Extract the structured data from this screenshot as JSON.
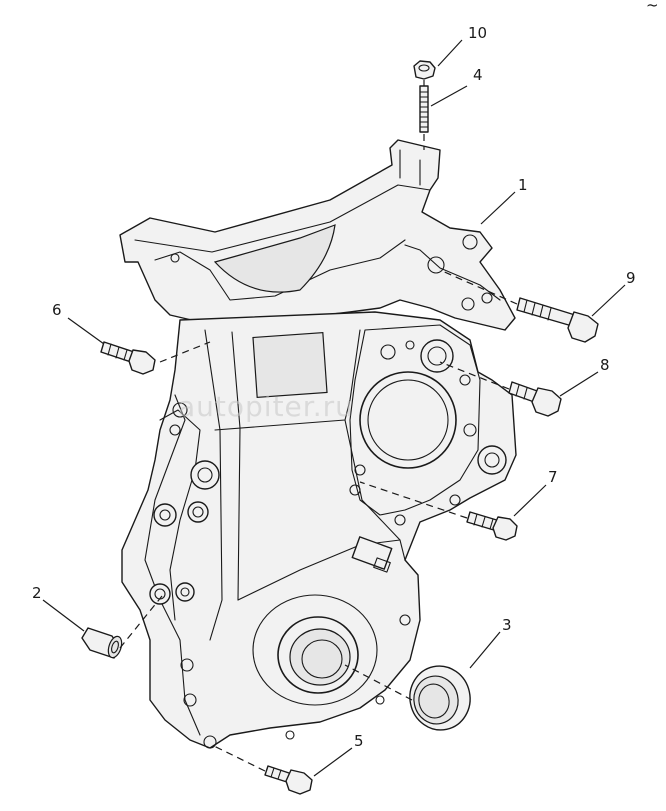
{
  "callouts": [
    {
      "key": "c1",
      "label": "1"
    },
    {
      "key": "c2",
      "label": "2"
    },
    {
      "key": "c3",
      "label": "3"
    },
    {
      "key": "c4",
      "label": "4"
    },
    {
      "key": "c5",
      "label": "5"
    },
    {
      "key": "c6",
      "label": "6"
    },
    {
      "key": "c7",
      "label": "7"
    },
    {
      "key": "c8",
      "label": "8"
    },
    {
      "key": "c9",
      "label": "9"
    },
    {
      "key": "c10",
      "label": "10"
    }
  ],
  "watermark": "autopiter.ru",
  "corner_mark": "~"
}
